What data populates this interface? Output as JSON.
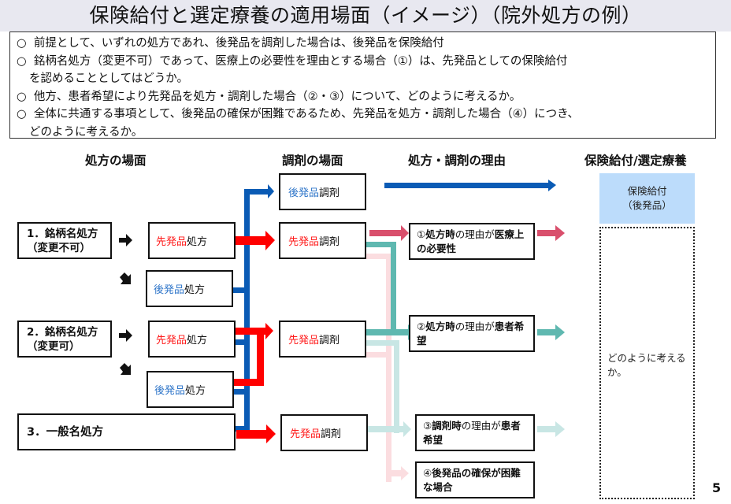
{
  "title": "保険給付と選定療養の適用場面（イメージ）（院外処方の例）",
  "notes": [
    {
      "bullet": "○",
      "text": "前提として、いずれの処方であれ、後発品を調剤した場合は、後発品を保険給付"
    },
    {
      "bullet": "○",
      "text": "銘柄名処方（変更不可）であって、医療上の必要性を理由とする場合（①）は、先発品としての保険給付",
      "cont": "を認めることとしてはどうか。"
    },
    {
      "bullet": "○",
      "text": "他方、患者希望により先発品を処方・調剤した場合（②・③）について、どのように考えるか。"
    },
    {
      "bullet": "○",
      "text": "全体に共通する事項として、後発品の確保が困難であるため、先発品を処方・調剤した場合（④）につき、",
      "cont": "どのように考えるか。"
    }
  ],
  "columns": {
    "prescription": "処方の場面",
    "dispensing": "調剤の場面",
    "reason": "処方・調剤の理由",
    "benefit": "保険給付/選定療養"
  },
  "prescription_types": [
    {
      "line1": "1．銘柄名処方",
      "line2": "（変更不可）"
    },
    {
      "line1": "2．銘柄名処方",
      "line2": "（変更可）"
    },
    {
      "line1": "3．一般名処方"
    }
  ],
  "terms": {
    "brand": "先発品",
    "generic": "後発品",
    "prescribe": "処方",
    "dispense": "調剤"
  },
  "reasons": [
    {
      "num": "①",
      "bold1": "処方時",
      "mid": "の理由が",
      "bold2": "医療上の必要性"
    },
    {
      "num": "②",
      "bold1": "処方時",
      "mid": "の理由が",
      "bold2": "患者希望"
    },
    {
      "num": "③",
      "bold1": "調剤時",
      "mid": "の理由が",
      "bold2": "患者希望"
    },
    {
      "num": "④",
      "bold1": "後発品の確保が困難な場合",
      "mid": "",
      "bold2": ""
    }
  ],
  "benefit_box": {
    "line1": "保険給付",
    "line2": "（後発品）"
  },
  "question_box": "どのように考えるか。",
  "page_number": "5",
  "colors": {
    "blue_flow": "#0a5bb5",
    "red_flow": "#ff0000",
    "reason1_flow": "#d94f6c",
    "reason2_flow": "#5fb8b0",
    "reason3_flow": "#c8e6e4",
    "reason4_flow": "#fbdde0",
    "benefit_fill": "#bcdcfb"
  }
}
